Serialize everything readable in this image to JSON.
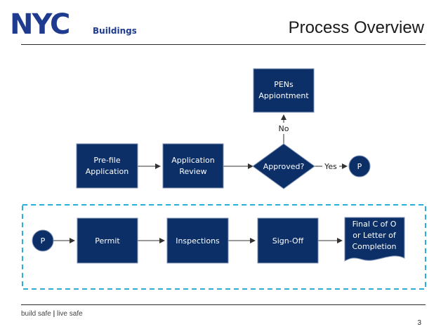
{
  "header": {
    "logo_text": "NYC",
    "logo_sub": "Buildings",
    "title": "Process Overview"
  },
  "diagram": {
    "nodes": {
      "prefile": [
        "Pre-file",
        "Application"
      ],
      "review": [
        "Application",
        "Review"
      ],
      "approved": "Approved?",
      "pens": [
        "PENs",
        "Appiontment"
      ],
      "connector_top": "P",
      "connector_bottom": "P",
      "permit": "Permit",
      "inspections": "Inspections",
      "signoff": "Sign-Off",
      "final": [
        "Final C of O",
        "or Letter of",
        "Completion"
      ]
    },
    "edges": {
      "no_label": "No",
      "yes_label": "Yes"
    }
  },
  "footer": {
    "tagline_left": "build safe",
    "separator": "|",
    "tagline_right": "live safe",
    "page_number": "3"
  },
  "colors": {
    "node_fill": "#0b2f66",
    "node_stroke": "#7f93b5",
    "dashed_border": "#2ab0d8",
    "arrow": "#333333"
  }
}
